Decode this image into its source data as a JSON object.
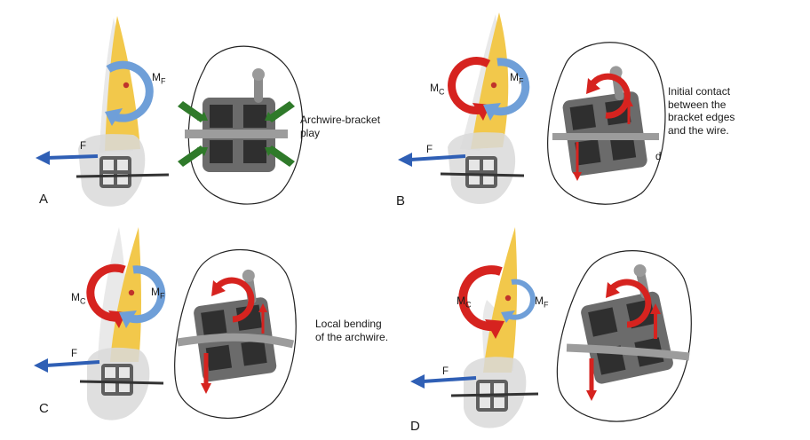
{
  "panels": [
    {
      "letter": "A",
      "force": "F",
      "moment_f": "M",
      "moment_f_sub": "F",
      "caption_1": "Archwire-bracket",
      "caption_2": "play"
    },
    {
      "letter": "B",
      "force": "F",
      "moment_c": "M",
      "moment_c_sub": "C",
      "moment_f": "M",
      "moment_f_sub": "F",
      "caption_1": "Initial contact",
      "caption_2": "between the",
      "caption_3": "bracket edges",
      "caption_4": "and the wire.",
      "distance": "d"
    },
    {
      "letter": "C",
      "force": "F",
      "moment_c": "M",
      "moment_c_sub": "C",
      "moment_f": "M",
      "moment_f_sub": "F",
      "caption_1": "Local bending",
      "caption_2": "of the archwire."
    },
    {
      "letter": "D",
      "force": "F",
      "moment_c": "M",
      "moment_c_sub": "C",
      "moment_f": "M",
      "moment_f_sub": "F"
    }
  ],
  "colors": {
    "tooth": "#f2c84b",
    "force_arrow": "#2f5fb5",
    "moment_f": "#6f9fd8",
    "moment_c": "#d6231f",
    "play_arrows": "#2f7a2a",
    "bracket": "#6b6b6b",
    "wire": "#8e8e8e"
  }
}
